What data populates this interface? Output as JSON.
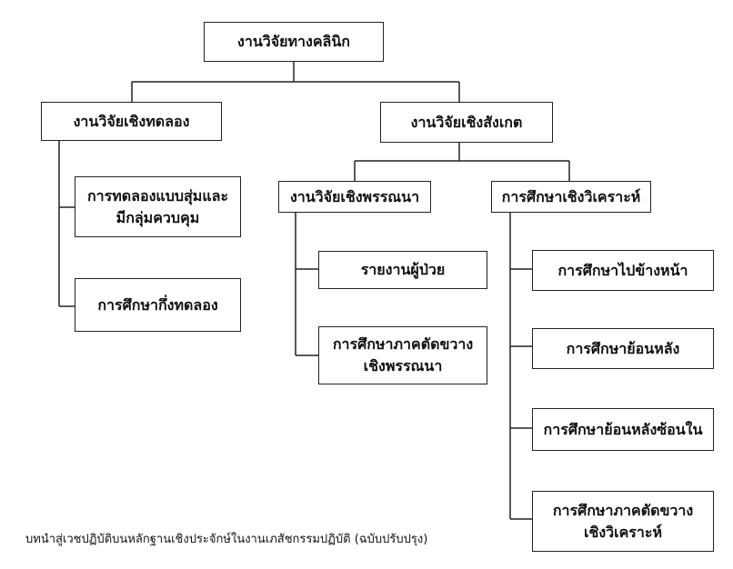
{
  "diagram": {
    "root": "งานวิจัยทางคลินิก",
    "experimental": {
      "label": "งานวิจัยเชิงทดลอง",
      "children": [
        [
          "การทดลองแบบสุ่มและ",
          "มีกลุ่มควบคุม"
        ],
        [
          "การศึกษากึ่งทดลอง"
        ]
      ]
    },
    "observational": {
      "label": "งานวิจัยเชิงสังเกต",
      "descriptive": {
        "label": "งานวิจัยเชิงพรรณนา",
        "children": [
          [
            "รายงานผู้ป่วย"
          ],
          [
            "การศึกษาภาคตัดขวาง",
            "เชิงพรรณนา"
          ]
        ]
      },
      "analytic": {
        "label": "การศึกษาเชิงวิเคราะห์",
        "children": [
          [
            "การศึกษาไปข้างหน้า"
          ],
          [
            "การศึกษาย้อนหลัง"
          ],
          [
            "การศึกษาย้อนหลังซ้อนใน"
          ],
          [
            "การศึกษาภาคตัดขวาง",
            "เชิงวิเคราะห์"
          ]
        ]
      }
    }
  },
  "footer": "บทนำสู่เวชปฏิบัติบนหลักฐานเชิงประจักษ์ในงานเภสัชกรรมปฏิบัติ (ฉบับปรับปรุง)"
}
